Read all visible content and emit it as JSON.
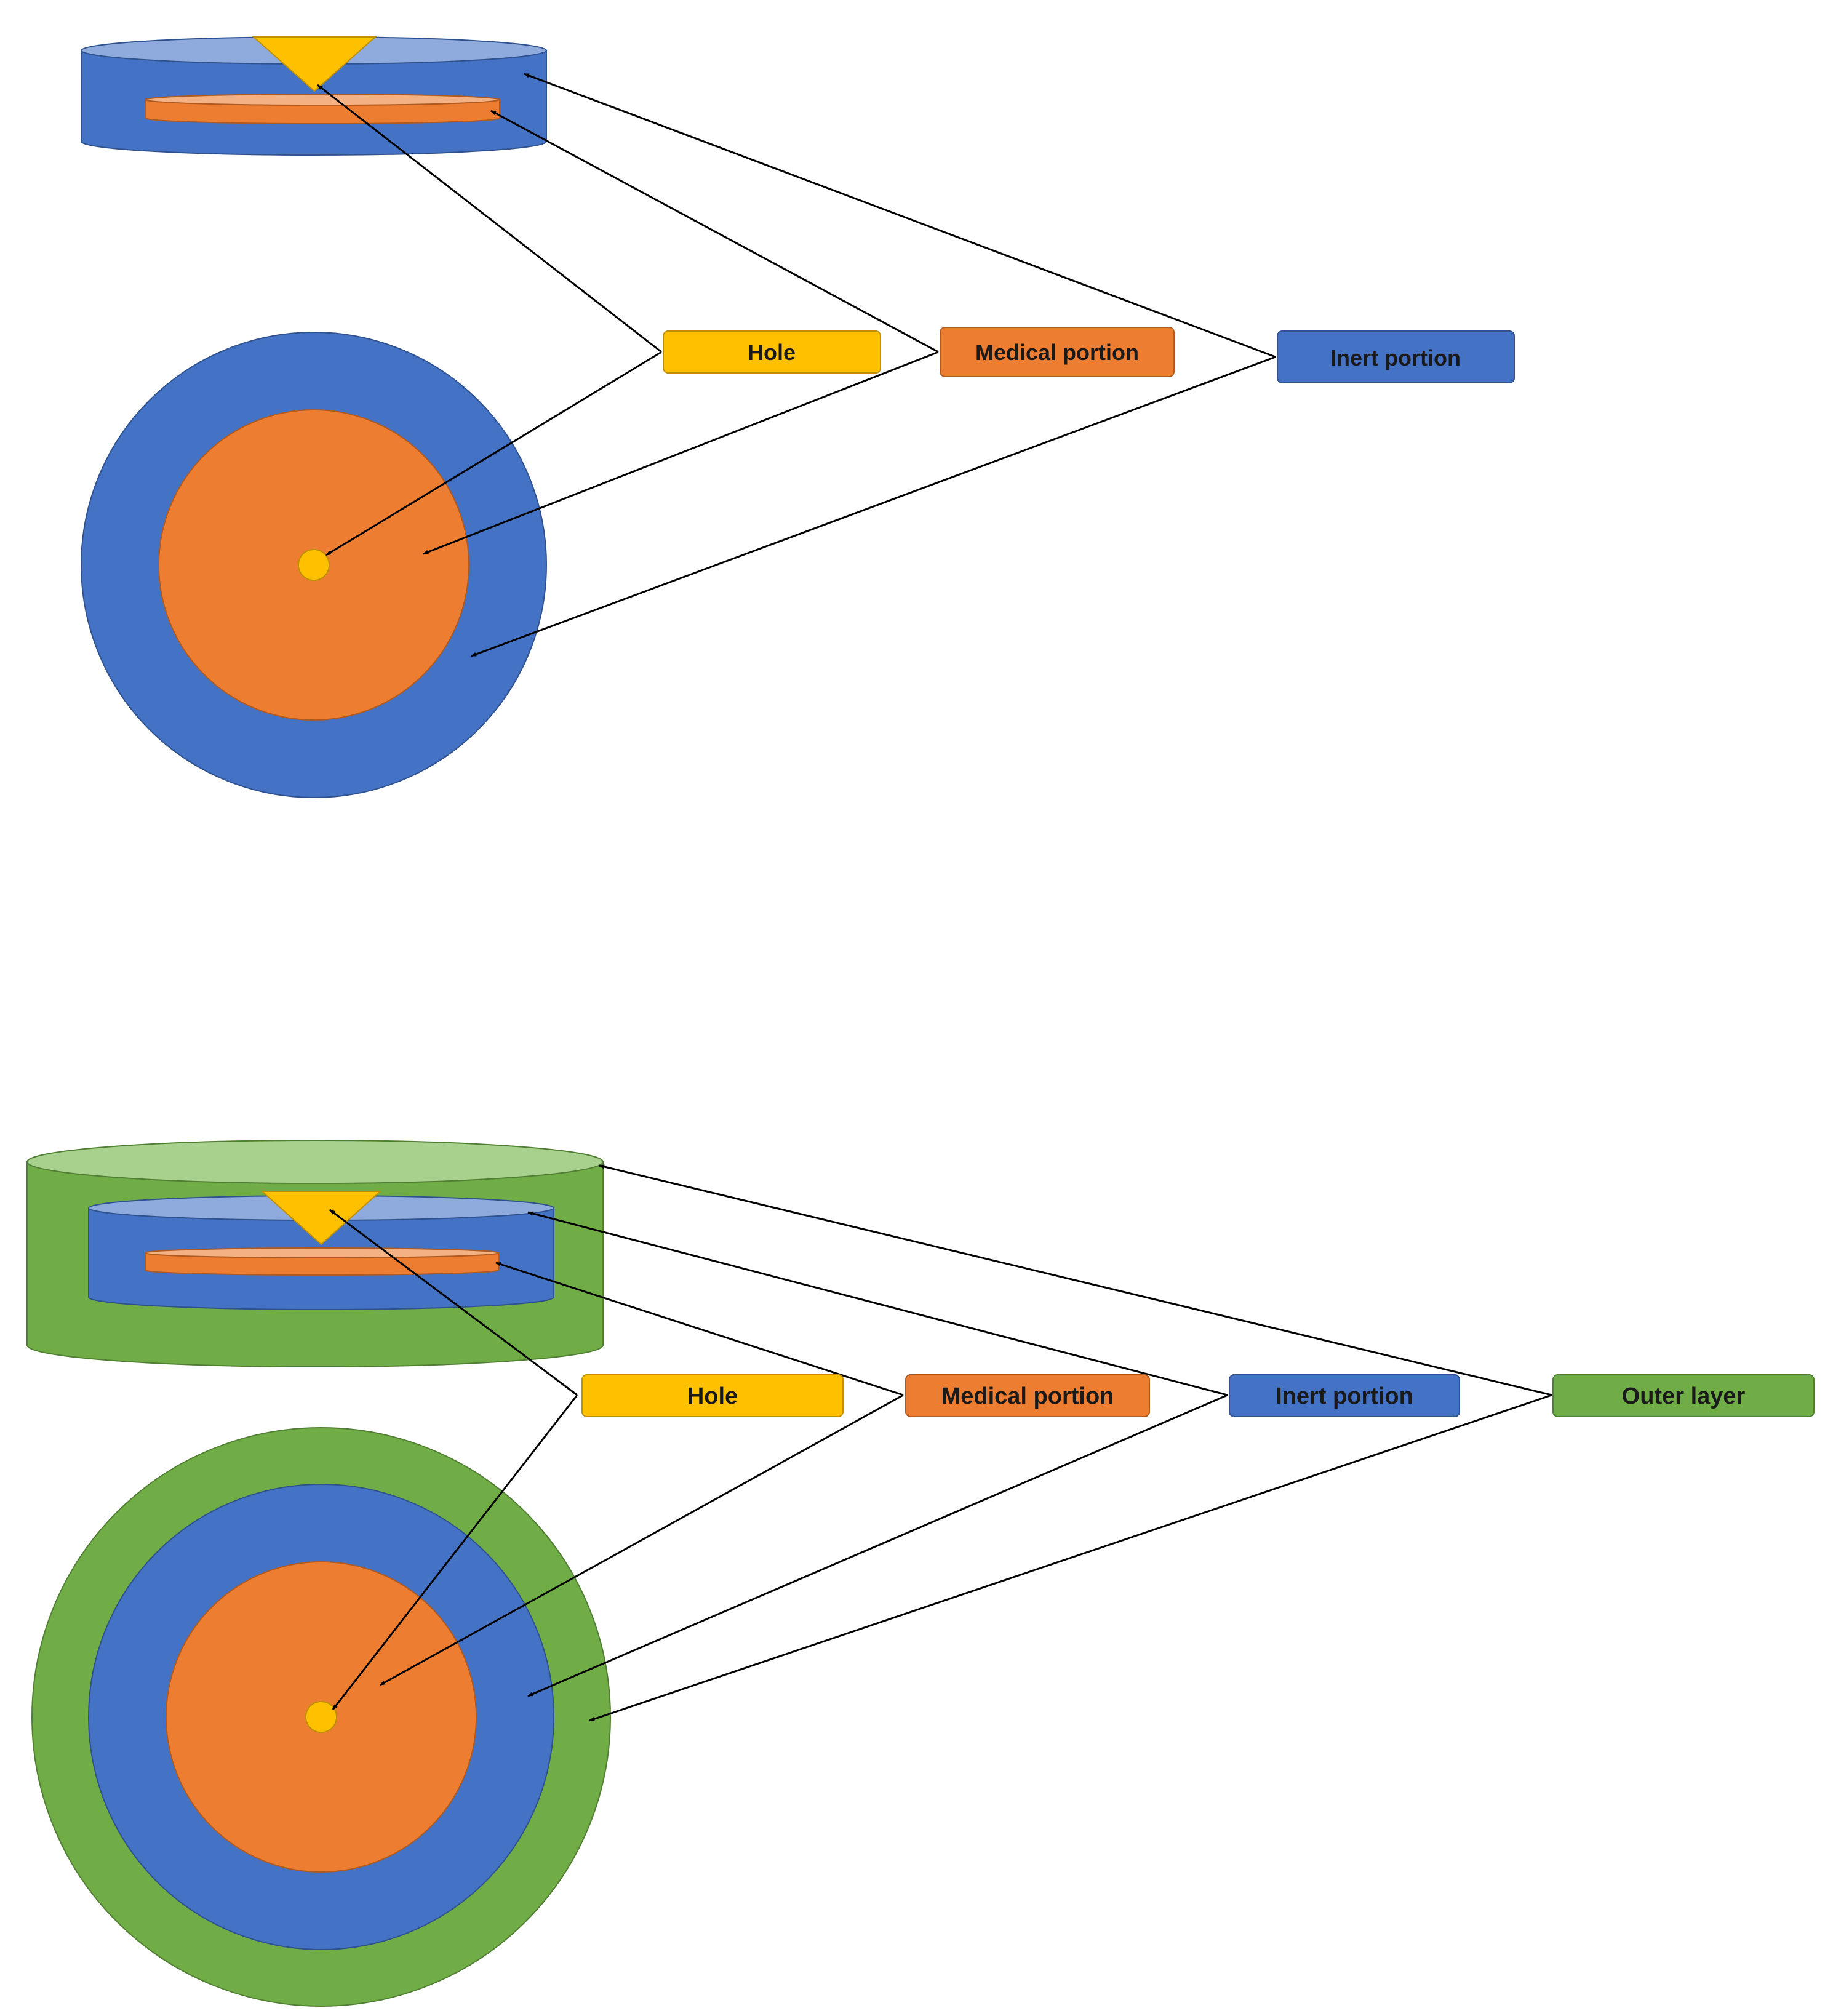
{
  "colors": {
    "blue": "#4472C4",
    "blue_top": "#8FAADC",
    "orange": "#ED7D31",
    "orange_light": "#F4B183",
    "yellow": "#FFC000",
    "green": "#70AD47",
    "green_top": "#A9D18E"
  },
  "diagram_top": {
    "labels": {
      "hole": "Hole",
      "medical": "Medical portion",
      "inert": "Inert portion"
    }
  },
  "diagram_bottom": {
    "labels": {
      "hole": "Hole",
      "medical": "Medical portion",
      "inert": "Inert portion",
      "outer": "Outer layer"
    }
  }
}
